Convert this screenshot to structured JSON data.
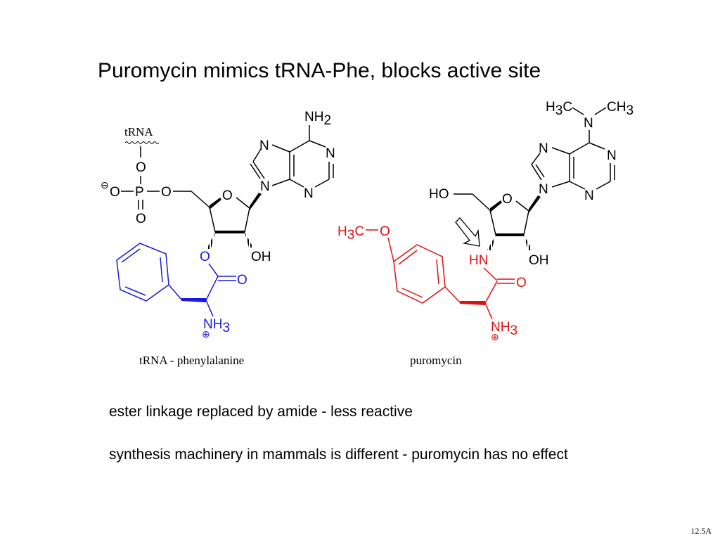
{
  "title": "Puromycin mimics tRNA-Phe, blocks active site",
  "colors": {
    "phenylalanine": "#1a1adc",
    "puromycin_modification": "#e01010",
    "structure": "#000000"
  },
  "left_structure": {
    "trna_label": "tRNA",
    "nh2_N": "NH",
    "nh2_sub": "2",
    "purine_N": "N",
    "ring_O": "O",
    "phosphate_O": "O",
    "phosphate_P": "P",
    "charge_minus": "⊖",
    "ester_O": "O",
    "carbonyl_O": "O",
    "hydroxyl": "OH",
    "nh3_N": "NH",
    "nh3_sub": "3",
    "charge_plus": "⊕",
    "caption": "tRNA - phenylalanine"
  },
  "right_structure": {
    "me_H": "H",
    "me_sub": "3",
    "me_C": "C",
    "me_CH": "CH",
    "amine_N": "N",
    "purine_N": "N",
    "ring_O": "O",
    "ho_label": "HO",
    "methoxy_H": "H",
    "methoxy_sub": "3",
    "methoxy_C": "C",
    "methoxy_O": "O",
    "amide_HN": "HN",
    "carbonyl_O": "O",
    "hydroxyl": "OH",
    "nh3_N": "NH",
    "nh3_sub": "3",
    "charge_plus": "⊕",
    "caption": "puromycin"
  },
  "notes": [
    "ester linkage replaced by amide - less reactive",
    "synthesis machinery in mammals is different - puromycin has no effect"
  ],
  "slide_number": "12.5A"
}
